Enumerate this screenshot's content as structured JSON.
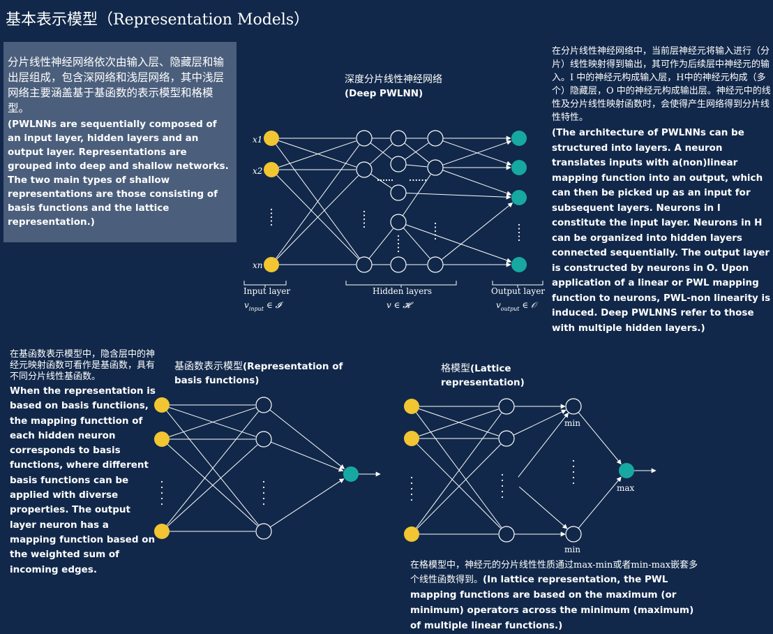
{
  "title": "基本表示模型（Representation Models）",
  "intro": {
    "cn": "分片线性神经网络依次由输入层、隐藏层和输出层组成，包含深网络和浅层网络，其中浅层网络主要涵盖基于基函数的表示模型和格模型。",
    "en": "(PWLNNs are sequentially composed of an input layer, hidden layers and an output layer. Representations are grouped into deep and shallow networks. The two main types of shallow representations are those consisting of basis functions and the lattice representation.)"
  },
  "deep_network": {
    "title_cn": "深度分片线性神经网络",
    "title_en": "(Deep PWLNN)",
    "input_labels": [
      "x1",
      "x2",
      "xn"
    ],
    "layer_labels": {
      "input": "Input layer",
      "input_expr": "v",
      "input_sub": "input",
      "input_set": "∈ 𝓘",
      "hidden": "Hidden layers",
      "hidden_expr": "v ∈ 𝓗",
      "output": "Output layer",
      "output_expr": "v",
      "output_sub": "output",
      "output_set": "∈ 𝒪"
    }
  },
  "right_description": {
    "cn": "在分片线性神经网络中，当前层神经元将输入进行（分片）线性映射得到输出，其可作为后续层中神经元的输入。I 中的神经元构成输入层，H中的神经元构成（多个）隐藏层，O 中的神经元构成输出层。神经元中的线性及分片线性映射函数时，会使得产生网络得到分片线性特性。",
    "en": "(The architecture of PWLNNs can be structured into layers. A neuron translates inputs with a(non)linear mapping function into an output, which can then be picked up as an input for subsequent layers. Neurons in I constitute the input layer. Neurons in H can be organized into hidden layers connected sequentially. The output layer is constructed by neurons in O. Upon application of a linear or PWL mapping function to neurons, PWL-non linearity is induced. Deep PWLNNS refer to those with multiple hidden layers.)"
  },
  "basis_description": {
    "cn": "在基函数表示模型中，隐含层中的神经元映射函数可看作是基函数，具有不同分片线性基函数。",
    "en": "When the representation is based on basis functiions, the mapping functtion of each hidden neuron corresponds to basis functions, where different basis functions can be applied with diverse properties. The output layer neuron has a mapping function based on the weighted sum of incoming edges."
  },
  "basis_model": {
    "title_cn": "基函数表示模型",
    "title_en": "(Representation of basis functions)"
  },
  "lattice_model": {
    "title_cn": "格模型",
    "title_en": "(Lattice representation)",
    "min_label": "min",
    "max_label": "max"
  },
  "lattice_description": {
    "cn": "在格模型中，神经元的分片线性性质通过max-min或者min-max嵌套多个线性函数得到。",
    "en": "(In lattice representation, the PWL mapping functions are based on the maximum (or minimum) operators across the minimum (maximum) of multiple linear functions.)"
  },
  "colors": {
    "background": "#11284a",
    "input_node": "#f2c532",
    "output_node": "#17a8a1",
    "text_box": "#4b5f7c",
    "edge": "#ffffff"
  }
}
